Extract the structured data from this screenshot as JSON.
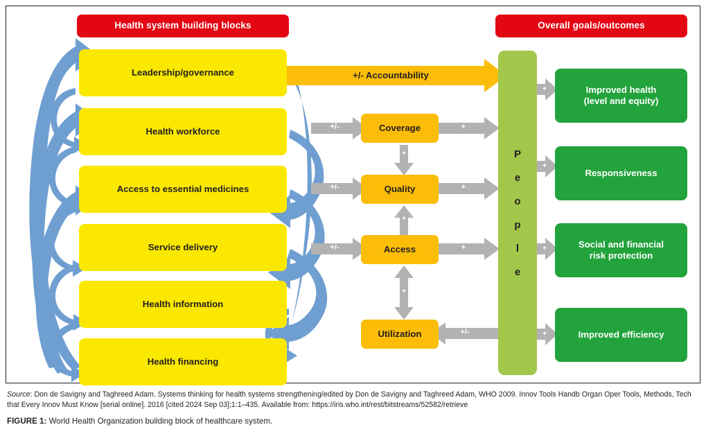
{
  "figure": {
    "headers": {
      "left": "Health system building blocks",
      "right": "Overall goals/outcomes"
    },
    "building_blocks": [
      "Leadership/governance",
      "Health workforce",
      "Access to essential medicines",
      "Service delivery",
      "Health information",
      "Health financing"
    ],
    "accountability_arrow": "+/- Accountability",
    "intermediate_boxes": [
      "Coverage",
      "Quality",
      "Access",
      "Utilization"
    ],
    "people_column": {
      "label": "People",
      "letters": [
        "P",
        "e",
        "o",
        "p",
        "l",
        "e"
      ]
    },
    "goals": [
      "Improved health\n(level and equity)",
      "Responsiveness",
      "Social and financial\nrisk protection",
      "Improved efficiency"
    ],
    "goals_lines": [
      [
        "Improved health",
        "(level and equity)"
      ],
      [
        "Responsiveness"
      ],
      [
        "Social and financial",
        "risk protection"
      ],
      [
        "Improved efficiency"
      ]
    ],
    "edge_labels": {
      "blocks_to_mid": [
        "+/-",
        "+/-",
        "+/-"
      ],
      "mid_to_people": [
        "+",
        "+",
        "+"
      ],
      "people_to_utilization": "+/-",
      "mid_vertical": [
        "+",
        "+",
        "+"
      ],
      "people_to_goals": [
        "+",
        "+",
        "+",
        "+"
      ]
    },
    "colors": {
      "header_red": "#e30613",
      "block_yellow": "#fbe800",
      "mid_orange": "#fbbd08",
      "goal_green": "#22a33c",
      "people_green": "#a2c74b",
      "arrow_blue": "#6f9fd1",
      "arrow_gray": "#b2b2b2",
      "accountability_orange": "#fbbd08",
      "text_dark": "#231f20"
    }
  },
  "caption": {
    "source_word": "Source",
    "source_text": ": Don de Savigny and Taghreed Adam. Systems thinking for health systems strengthening/edited by Don de Savigny and Taghreed Adam, WHO 2009. Innov Tools Handb Organ Oper Tools, Methods, Tech that Every Innov Must Know [serial online]. 2016 [cited 2024 Sep 03];1:1–435. Available from: https://iris.who.int/rest/bitstreams/52582/retrieve",
    "figure_label": "FIGURE 1:",
    "figure_text": " World Health Organization building block of healthcare system."
  }
}
